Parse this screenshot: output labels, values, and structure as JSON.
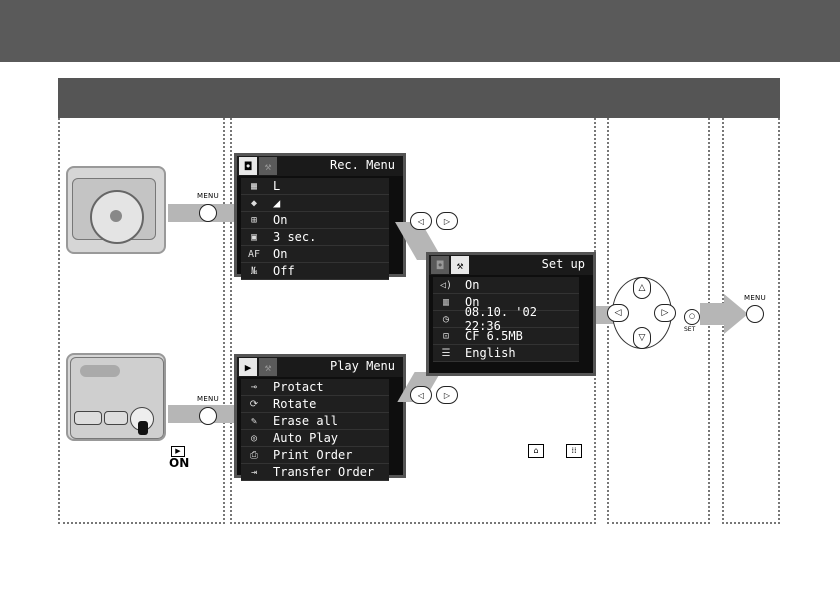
{
  "controls": {
    "menu_label": "MENU",
    "set_label": "SET",
    "on_label": "ON"
  },
  "rec_menu": {
    "title": "Rec. Menu",
    "rows": [
      {
        "icon": "resolution-icon",
        "glyph": "▦",
        "value": "L"
      },
      {
        "icon": "compression-icon",
        "glyph": "◆",
        "value": "◢"
      },
      {
        "icon": "stitch-assist-icon",
        "glyph": "⊞",
        "value": "On"
      },
      {
        "icon": "review-icon",
        "glyph": "▣",
        "value": "3 sec."
      },
      {
        "icon": "af-assist-icon",
        "glyph": "AF",
        "value": "On"
      },
      {
        "icon": "file-no-reset-icon",
        "glyph": "№",
        "value": "Off"
      }
    ]
  },
  "play_menu": {
    "title": "Play Menu",
    "rows": [
      {
        "icon": "key-icon",
        "glyph": "⊸",
        "value": "Protact"
      },
      {
        "icon": "rotate-icon",
        "glyph": "⟳",
        "value": "Rotate"
      },
      {
        "icon": "erase-icon",
        "glyph": "✎",
        "value": "Erase all"
      },
      {
        "icon": "auto-play-icon",
        "glyph": "◎",
        "value": "Auto Play"
      },
      {
        "icon": "print-order-icon",
        "glyph": "⎙",
        "value": "Print Order"
      },
      {
        "icon": "transfer-order-icon",
        "glyph": "⇥",
        "value": "Transfer Order"
      }
    ]
  },
  "setup_menu": {
    "title": "Set up",
    "rows": [
      {
        "icon": "sound-icon",
        "glyph": "◁)",
        "value": "On"
      },
      {
        "icon": "lcd-icon",
        "glyph": "▥",
        "value": "On"
      },
      {
        "icon": "date-time-icon",
        "glyph": "◷",
        "value": "08.10. '02 22:36"
      },
      {
        "icon": "format-icon",
        "glyph": "⊡",
        "value": "CF 6.5MB"
      },
      {
        "icon": "language-icon",
        "glyph": "☰",
        "value": "English"
      }
    ]
  }
}
